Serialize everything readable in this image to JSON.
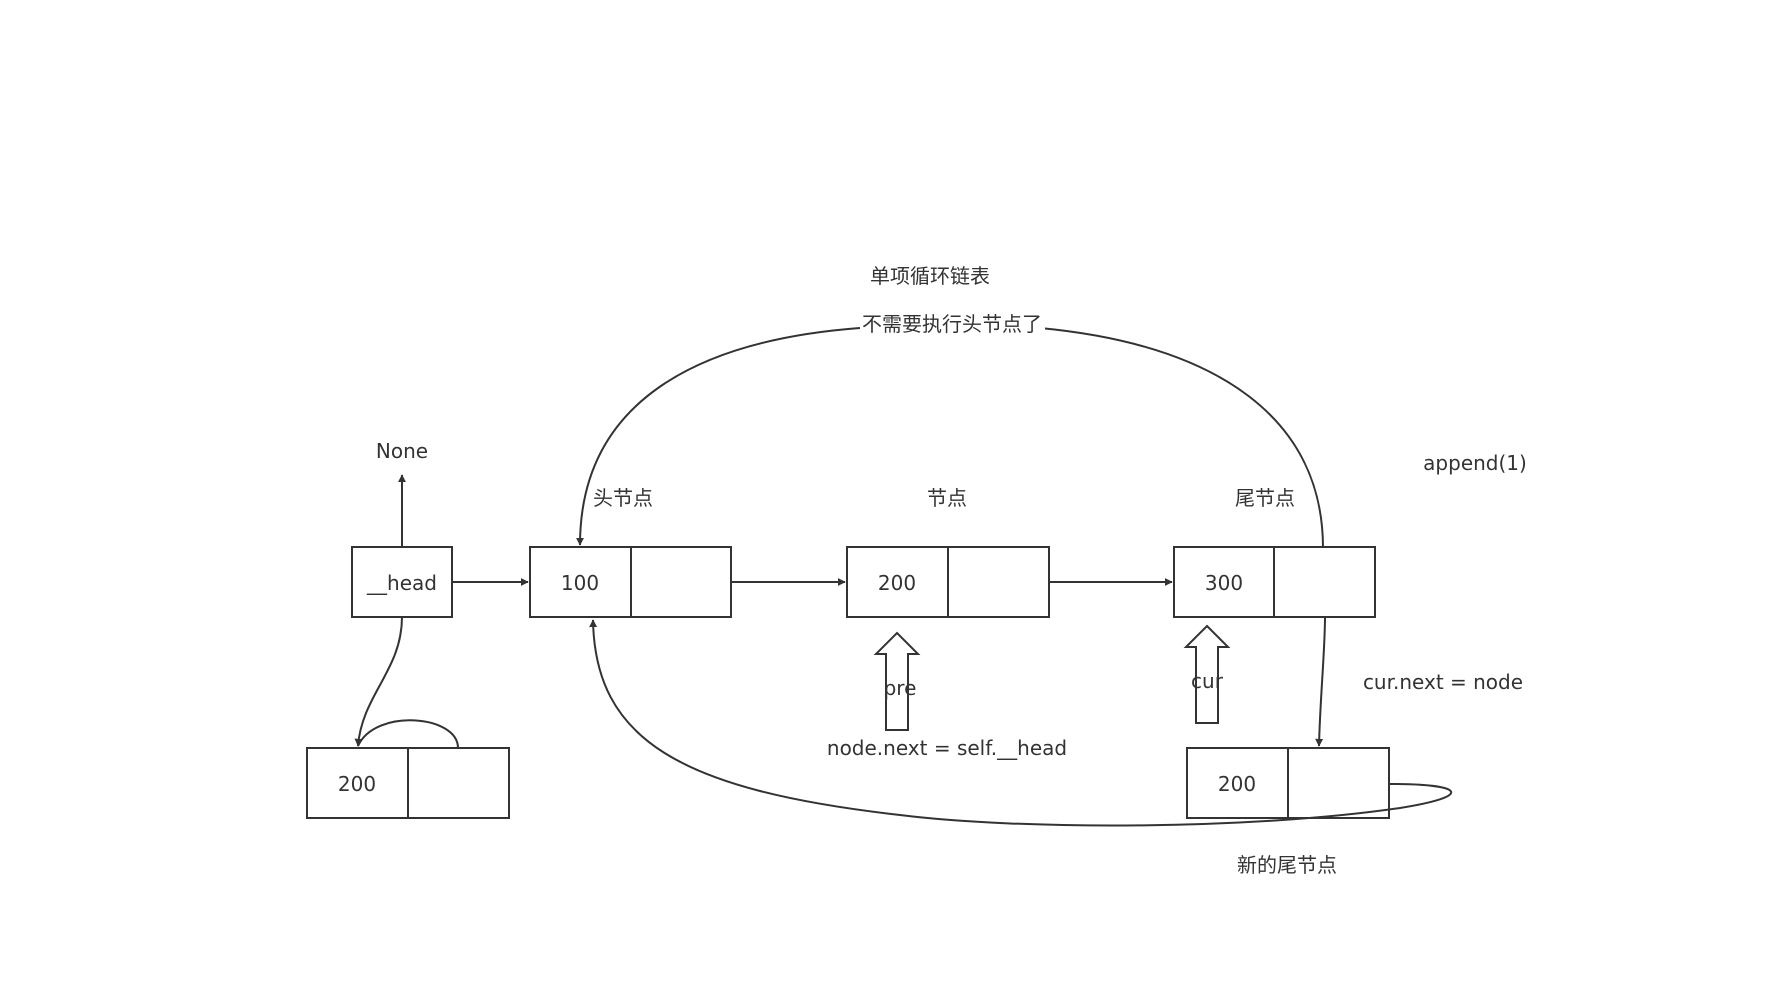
{
  "title": "单项循环链表",
  "loop_label": "不需要执行头节点了",
  "head": {
    "name": "__head",
    "pointer_target": "None"
  },
  "nodes": [
    {
      "value": "100",
      "label": "头节点"
    },
    {
      "value": "200",
      "label": "节点"
    },
    {
      "value": "300",
      "label": "尾节点"
    }
  ],
  "self_loop_node": {
    "value": "200"
  },
  "new_tail": {
    "value": "200",
    "label": "新的尾节点"
  },
  "operation": "append(1)",
  "pointers": {
    "pre": "pre",
    "cur": "cur"
  },
  "statements": {
    "cur_next": "cur.next = node",
    "node_next": "node.next = self.__head"
  },
  "colors": {
    "stroke": "#333333",
    "background": "#ffffff"
  }
}
